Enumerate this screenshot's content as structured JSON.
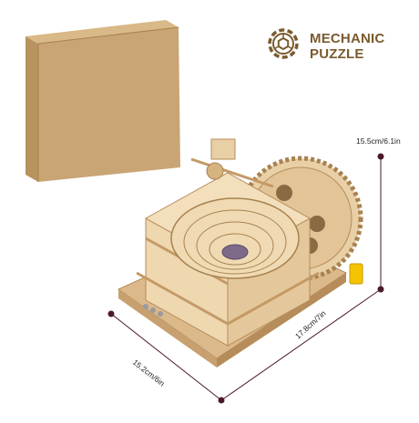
{
  "brand": {
    "line1": "MECHANIC",
    "line2": "PUZZLE",
    "color": "#7a5a2e",
    "logo_icon": "gear-logo-icon"
  },
  "dimensions": {
    "height": "15.5cm/6.1in",
    "depth": "15.2cm/6in",
    "width": "17.8cm/7in"
  },
  "colors": {
    "box": "#c9a575",
    "wood": "#e9cfa6",
    "wood_dark": "#b58c5a",
    "accent": "#f5c400",
    "marker": "#4a1a2a"
  }
}
